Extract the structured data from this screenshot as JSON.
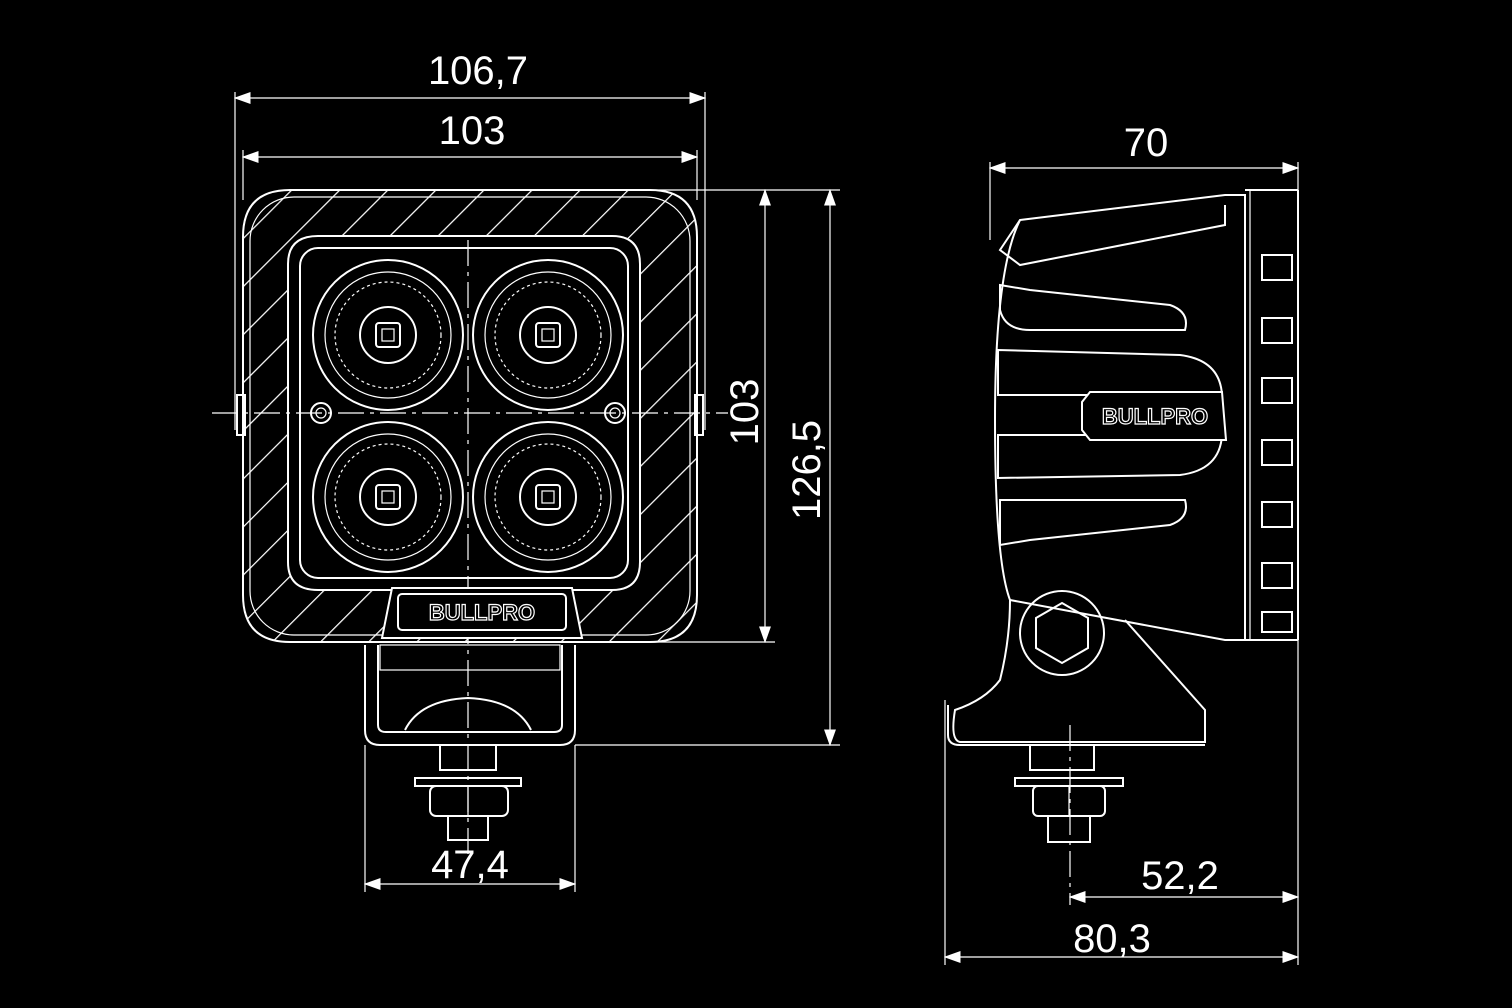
{
  "colors": {
    "background": "#000000",
    "line": "#ffffff"
  },
  "front_view": {
    "dims": {
      "overall_width": "106,7",
      "housing_width": "103",
      "housing_height": "103",
      "overall_height": "126,5",
      "bracket_width": "47,4"
    },
    "logo": "BULLPRO"
  },
  "side_view": {
    "dims": {
      "depth": "70",
      "mount_offset": "52,2",
      "overall_depth": "80,3"
    },
    "logo": "BULLPRO"
  }
}
